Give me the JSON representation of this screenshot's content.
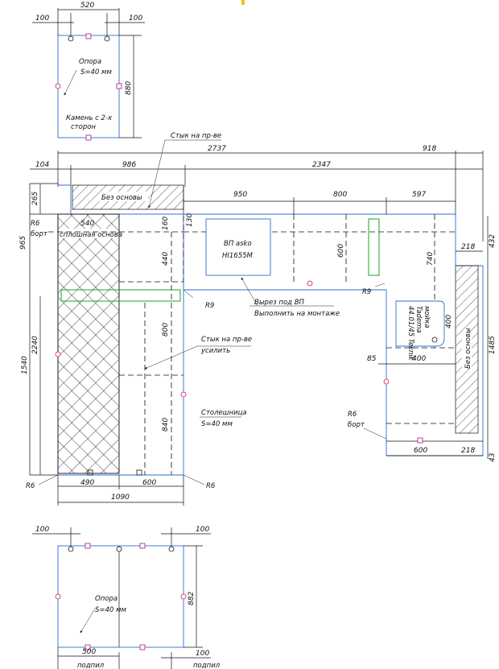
{
  "top_support": {
    "dims": {
      "width": "520",
      "left": "100",
      "right": "100",
      "height": "880"
    },
    "labels": {
      "support": "Опора",
      "thickness": "S=40 мм",
      "stone1": "Камень с 2-х",
      "stone2": "сторон"
    }
  },
  "main": {
    "overall_dims": {
      "d104": "104",
      "d986": "986",
      "d2737": "2737",
      "d918": "918",
      "d2347": "2347",
      "d265": "265",
      "d965": "965",
      "d950": "950",
      "d800": "800",
      "d597": "597"
    },
    "left_dims": {
      "d1540": "1540",
      "d2240": "2240",
      "d160": "160",
      "d440": "440",
      "d800v": "800",
      "d840": "840",
      "d130": "130",
      "d540": "540"
    },
    "bottom_dims": {
      "d490": "490",
      "d600": "600",
      "d1090": "1090"
    },
    "right_dims": {
      "d600v": "600",
      "d740": "740",
      "d218a": "218",
      "d432": "432",
      "d400v": "400",
      "d400h": "400",
      "d85": "85",
      "d1485": "1485",
      "d600b": "600",
      "d218b": "218",
      "d43": "43"
    },
    "labels": {
      "joint_top": "Стык на пр-ве",
      "no_base_top": "Без основы",
      "r6_a": "R6",
      "bort_a": "борт",
      "solid_base": "сплошная основа",
      "hob1": "ВП asko",
      "hob2": "HI1655M",
      "r9_left": "R9",
      "r9_right": "R9",
      "cut1": "Вырез под ВП",
      "cut2": "Выполнить на монтаже",
      "joint_mid1": "Стык на пр-ве",
      "joint_mid2": "усилить",
      "top1": "Столешница",
      "top2": "S=40 мм",
      "r6_bl": "R6",
      "r6_br": "R6",
      "r6_c": "R6",
      "bort_c": "борт",
      "no_base_side": "Без основы",
      "sink1": "мойка",
      "sink2": "Tadema",
      "sink3": "44.01/45 Teknik"
    }
  },
  "bottom_support": {
    "dims": {
      "left": "100",
      "right": "100",
      "width": "500",
      "height": "882",
      "right2": "100"
    },
    "labels": {
      "support": "Опора",
      "thickness": "S=40 мм",
      "sub1": "подпил",
      "sub2": "подпил"
    }
  }
}
